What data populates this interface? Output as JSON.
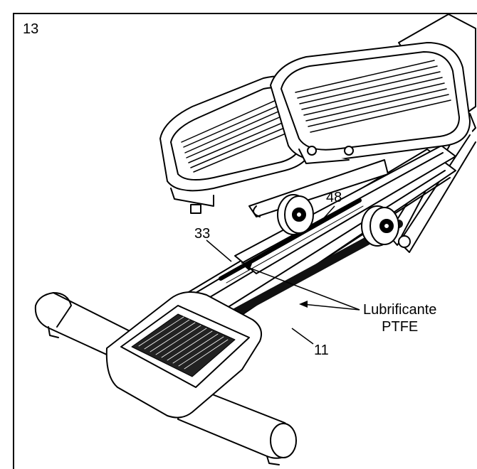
{
  "step": "13",
  "labels": {
    "wheel": "48",
    "rail_left": "33",
    "rail_right": "11",
    "lubricant_line1": "Lubrificante",
    "lubricant_line2": "PTFE"
  }
}
